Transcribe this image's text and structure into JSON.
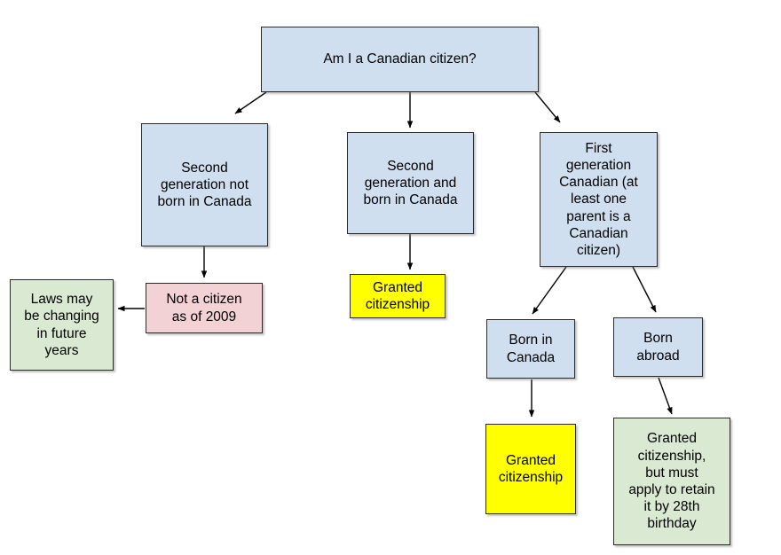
{
  "diagram": {
    "title": "Am I a Canadian citizen? flowchart",
    "colors": {
      "blue": "#cfdff0",
      "pink": "#f3d2d6",
      "green": "#dae9d1",
      "yellow": "#ffff00",
      "border": "#2b2b2b",
      "edge": "#000000",
      "background": "#ffffff"
    },
    "nodes": {
      "root": "Am I a Canadian citizen?",
      "second_gen_not_born": "Second\ngeneration not\nborn in Canada",
      "second_gen_born": "Second\ngeneration and\nborn in Canada",
      "first_gen": "First\ngeneration\nCanadian (at\nleast one\nparent is a\nCanadian\ncitizen)",
      "not_a_citizen": "Not a citizen\nas of 2009",
      "laws_changing": "Laws may\nbe changing\nin future\nyears",
      "granted_middle": "Granted\ncitizenship",
      "born_in_canada": "Born in\nCanada",
      "born_abroad": "Born\nabroad",
      "granted_born_in_canada": "Granted\ncitizenship",
      "granted_must_retain": "Granted\ncitizenship,\nbut must\napply to retain\nit by 28th\nbirthday"
    },
    "edges": [
      {
        "from": "root",
        "to": "second_gen_not_born"
      },
      {
        "from": "root",
        "to": "second_gen_born"
      },
      {
        "from": "root",
        "to": "first_gen"
      },
      {
        "from": "second_gen_not_born",
        "to": "not_a_citizen"
      },
      {
        "from": "not_a_citizen",
        "to": "laws_changing"
      },
      {
        "from": "second_gen_born",
        "to": "granted_middle"
      },
      {
        "from": "first_gen",
        "to": "born_in_canada"
      },
      {
        "from": "first_gen",
        "to": "born_abroad"
      },
      {
        "from": "born_in_canada",
        "to": "granted_born_in_canada"
      },
      {
        "from": "born_abroad",
        "to": "granted_must_retain"
      }
    ]
  }
}
